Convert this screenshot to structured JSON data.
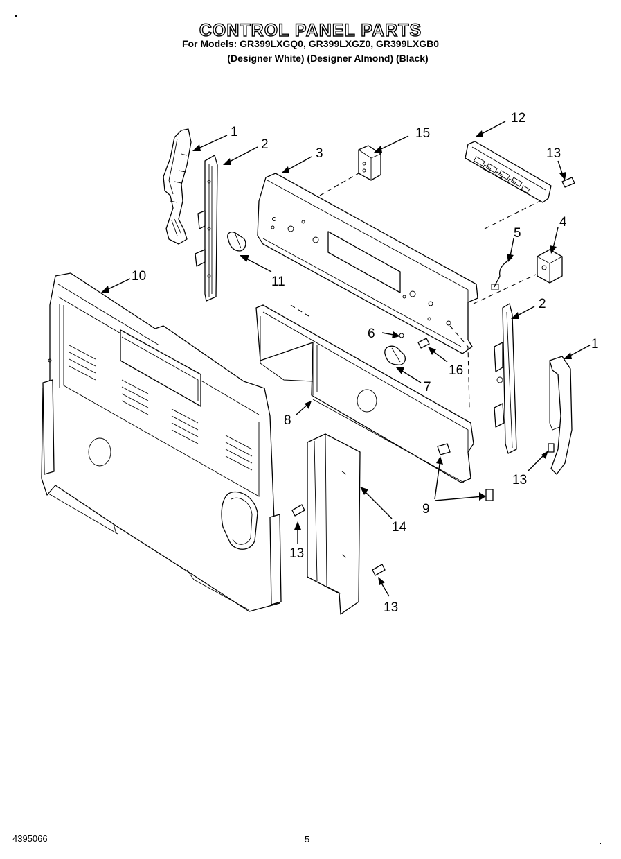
{
  "header": {
    "title": "CONTROL PANEL PARTS",
    "models": "For Models: GR399LXGQ0, GR399LXGZ0, GR399LXGB0",
    "finishes": "(Designer White) (Designer Almond) (Black)"
  },
  "footer": {
    "part_number": "4395066",
    "page": "5"
  },
  "callouts": {
    "c1_left": "1",
    "c2_left": "2",
    "c3": "3",
    "c15": "15",
    "c12": "12",
    "c13_top": "13",
    "c4": "4",
    "c5": "5",
    "c10": "10",
    "c11": "11",
    "c2_right": "2",
    "c1_right": "1",
    "c6": "6",
    "c16": "16",
    "c7": "7",
    "c8": "8",
    "c13_right": "13",
    "c9": "9",
    "c14": "14",
    "c13_mid": "13",
    "c13_bottom": "13"
  }
}
